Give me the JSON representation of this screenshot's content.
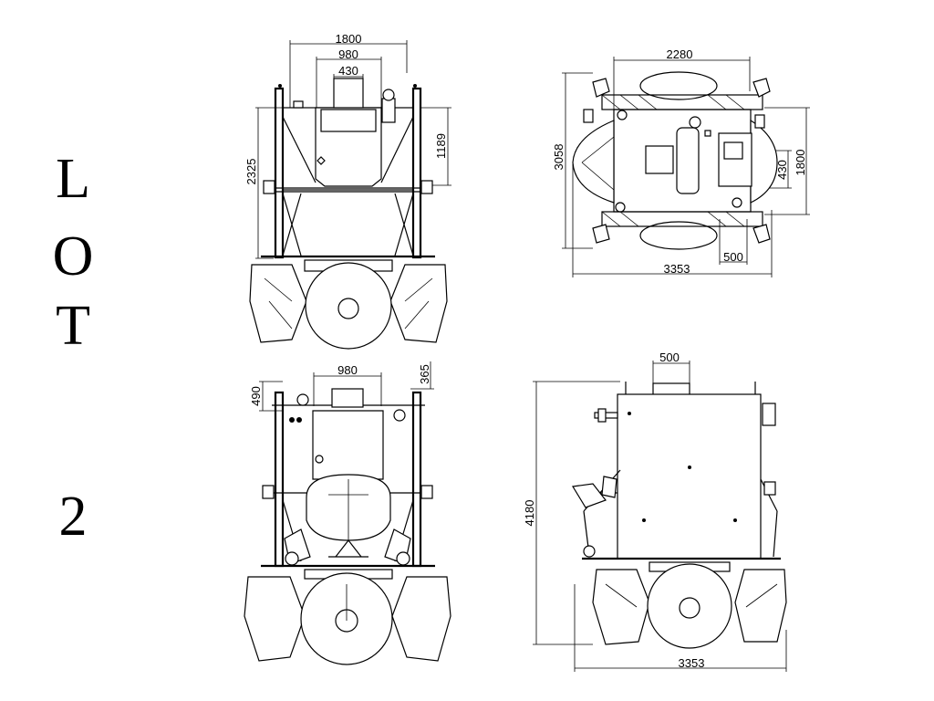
{
  "title_letters": [
    "L",
    "O",
    "T",
    "2"
  ],
  "views": {
    "front": {
      "width_total": "1800",
      "width_mid": "980",
      "width_top": "430",
      "height_total": "2325",
      "height_upper": "1189"
    },
    "top": {
      "width_body": "2280",
      "depth_total": "3058",
      "width_right": "1800",
      "width_small": "430",
      "offset_bottom": "500",
      "length_total": "3353"
    },
    "rear": {
      "width_mid": "980",
      "offset_left": "490",
      "offset_right": "365"
    },
    "side": {
      "top_box": "500",
      "height_total": "4180",
      "length_total": "3353"
    }
  }
}
